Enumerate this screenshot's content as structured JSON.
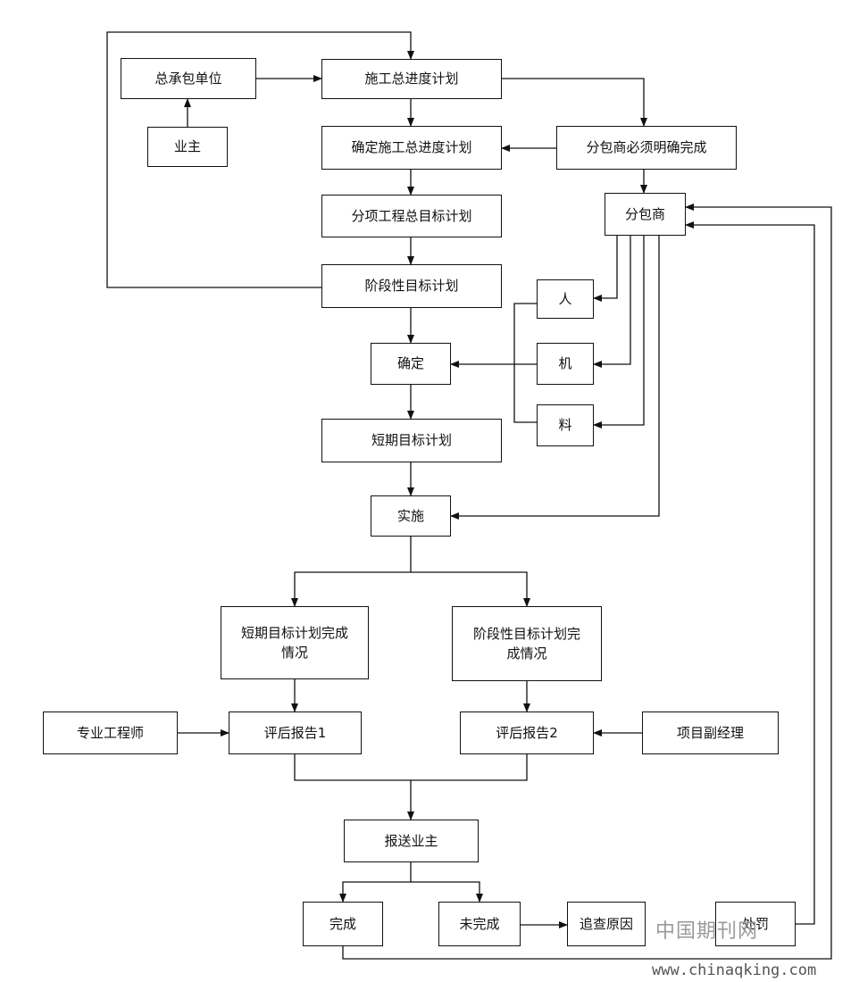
{
  "nodes": {
    "general_contractor": "总承包单位",
    "owner": "业主",
    "master_schedule": "施工总进度计划",
    "confirm_master_schedule": "确定施工总进度计划",
    "subcontractor_must_complete": "分包商必须明确完成",
    "sub_project_plan": "分项工程总目标计划",
    "subcontractor": "分包商",
    "phase_plan": "阶段性目标计划",
    "labor": "人",
    "machine": "机",
    "material": "料",
    "confirm": "确定",
    "short_term_plan": "短期目标计划",
    "implement": "实施",
    "short_term_status": "短期目标计划完成情况",
    "phase_status": "阶段性目标计划完成情况",
    "engineer": "专业工程师",
    "report1": "评后报告1",
    "report2": "评后报告2",
    "deputy_pm": "项目副经理",
    "report_owner": "报送业主",
    "completed": "完成",
    "not_completed": "未完成",
    "investigate": "追查原因",
    "penalty": "处罚"
  },
  "watermark": {
    "cn": "中国期刊网",
    "url": "www.chinaqking.com"
  }
}
